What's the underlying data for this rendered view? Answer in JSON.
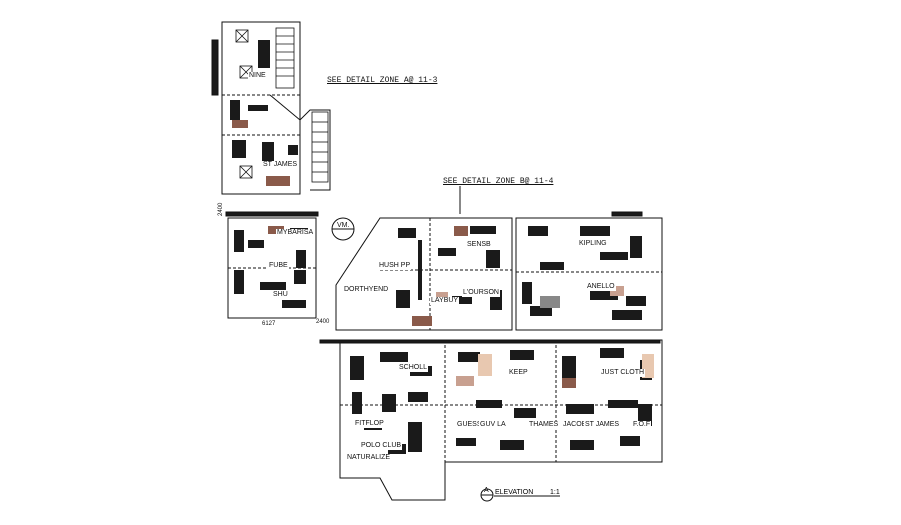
{
  "notes": {
    "detail_a": "SEE DETAIL ZONE A@ 11-3",
    "detail_b": "SEE DETAIL ZONE B@ 11-4"
  },
  "stores": {
    "nine": "NINE",
    "st_james_top": "ST JAMES",
    "mybarisa": "MYBARISA",
    "fube": "FUBE",
    "shu": "SHU",
    "vm": "VM.",
    "hush_pp": "HUSH PP",
    "sensb": "SENSB",
    "kipling": "KIPLING",
    "dorthyend": "DORTHYEND",
    "playbuy": "LAYBUY",
    "lourson": "L'OURSON",
    "anello": "ANELLO",
    "scholl": "SCHOLL",
    "keep": "KEEP",
    "jiust_cloth": "JUST CLOTH",
    "guess": "GUESS",
    "guv_la": "GUV LA",
    "thames": "THAMES",
    "jacob": "JACOB",
    "st_james_bottom": "ST JAMES",
    "fof": "F.O.F",
    "fitflop": "FITFLOP",
    "polo_club": "POLO CLUB",
    "naturalizer": "NATURALIZE"
  },
  "dims": {
    "d2400_a": "2400",
    "d2400_b": "2400",
    "d6127": "6127"
  },
  "elevation": {
    "marker": "A",
    "title": "ELEVATION",
    "scale": "1:1"
  },
  "colors": {
    "line": "#111111",
    "fill_dark": "#1a1a1a",
    "accent_brown": "#8a5a4a",
    "accent_tan": "#e8c8b0"
  }
}
